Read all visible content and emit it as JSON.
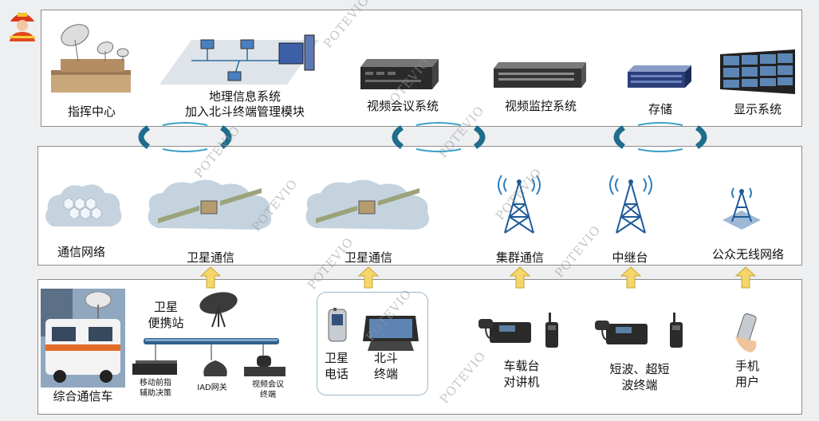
{
  "top": {
    "command_center": "指挥中心",
    "gis_line1": "地理信息系统",
    "gis_line2": "加入北斗终端管理模块",
    "video_conf": "视频会议系统",
    "video_monitor": "视频监控系统",
    "storage": "存储",
    "display": "显示系统"
  },
  "middle": {
    "comm_network": "通信网络",
    "satellite_1": "卫星通信",
    "satellite_2": "卫星通信",
    "trunking": "集群通信",
    "relay": "中继台",
    "public_wireless": "公众无线网络"
  },
  "bottom": {
    "vehicle": "综合通信车",
    "portable_line1": "卫星",
    "portable_line2": "便携站",
    "mobile_cmd_line1": "移动前指",
    "mobile_cmd_line2": "辅助决策",
    "iad": "IAD网关",
    "vc_term_line1": "视频会议",
    "vc_term_line2": "终端",
    "sat_phone_line1": "卫星",
    "sat_phone_line2": "电话",
    "beidou_line1": "北斗",
    "beidou_line2": "终端",
    "car_radio_line1": "车载台",
    "car_radio_line2": "对讲机",
    "shortwave_line1": "短波、超短",
    "shortwave_line2": "波终端",
    "mobile_user_line1": "手机",
    "mobile_user_line2": "用户"
  },
  "watermark": "POTEVIO",
  "colors": {
    "ring": "#1f6d8c",
    "arrow": "#f4d66a",
    "panel_border": "#8d8d8d",
    "cloud": "#c5d3df"
  }
}
